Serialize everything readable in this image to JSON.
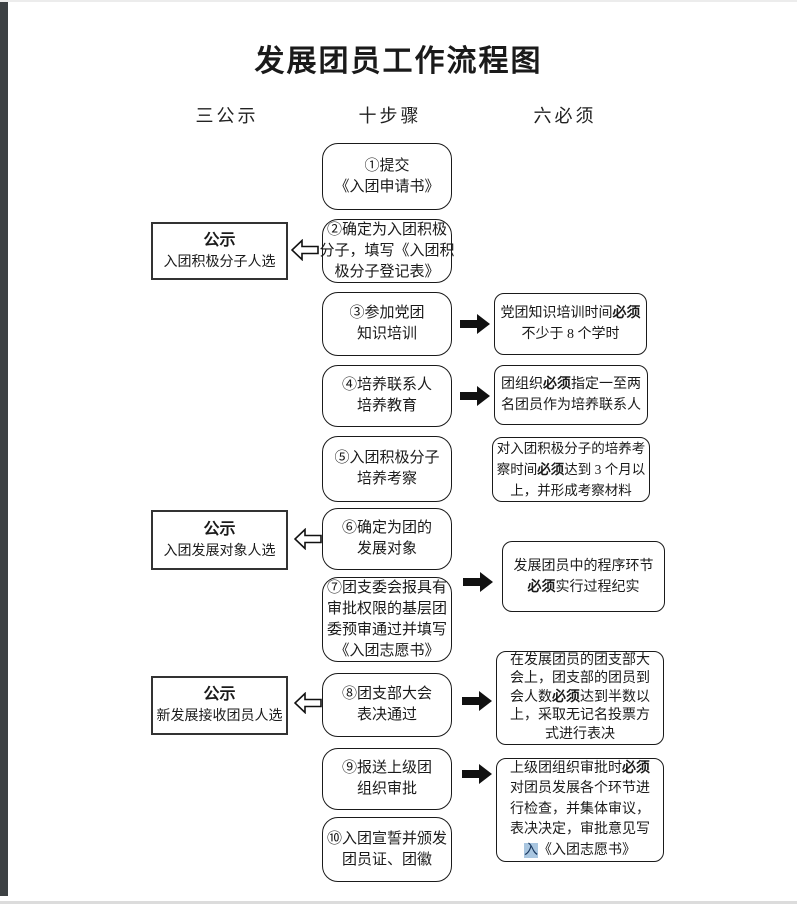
{
  "page": {
    "title": "发展团员工作流程图",
    "column_headers": [
      "三公示",
      "十步骤",
      "六必须"
    ]
  },
  "steps": [
    {
      "lines": [
        "①提交",
        "《入团申请书》"
      ]
    },
    {
      "lines": [
        "②确定为入团积极",
        "分子，填写《入团积",
        "极分子登记表》"
      ]
    },
    {
      "lines": [
        "③参加党团",
        "知识培训"
      ]
    },
    {
      "lines": [
        "④培养联系人",
        "培养教育"
      ]
    },
    {
      "lines": [
        "⑤入团积极分子",
        "培养考察"
      ]
    },
    {
      "lines": [
        "⑥确定为团的",
        "发展对象"
      ]
    },
    {
      "lines": [
        "⑦团支委会报具有",
        "审批权限的基层团",
        "委预审通过并填写",
        "《入团志愿书》"
      ]
    },
    {
      "lines": [
        "⑧团支部大会",
        "表决通过"
      ]
    },
    {
      "lines": [
        "⑨报送上级团",
        "组织审批"
      ]
    },
    {
      "lines": [
        "⑩入团宣誓并颁发",
        "团员证、团徽"
      ]
    }
  ],
  "public_boxes": [
    {
      "title": "公示",
      "subtitle": "入团积极分子人选"
    },
    {
      "title": "公示",
      "subtitle": "入团发展对象人选"
    },
    {
      "title": "公示",
      "subtitle": "新发展接收团员人选"
    }
  ],
  "must_boxes": [
    {
      "lines": [
        [
          {
            "t": "党团知识培训时间"
          },
          {
            "t": "必须",
            "bold": true
          }
        ],
        [
          {
            "t": "不少于 8 个学时"
          }
        ]
      ]
    },
    {
      "lines": [
        [
          {
            "t": "团组织"
          },
          {
            "t": "必须",
            "bold": true
          },
          {
            "t": "指定一至两"
          }
        ],
        [
          {
            "t": "名团员作为培养联系人"
          }
        ]
      ]
    },
    {
      "lines": [
        [
          {
            "t": "对入团积极分子的培养考"
          }
        ],
        [
          {
            "t": "察时间"
          },
          {
            "t": "必须",
            "bold": true
          },
          {
            "t": "达到 3 个月以"
          }
        ],
        [
          {
            "t": "上，并形成考察材料"
          }
        ]
      ]
    },
    {
      "lines": [
        [
          {
            "t": "发展团员中的程序环节"
          }
        ],
        [
          {
            "t": "必须",
            "bold": true
          },
          {
            "t": "实行过程纪实"
          }
        ]
      ]
    },
    {
      "lines": [
        [
          {
            "t": "在发展团员的团支部大"
          }
        ],
        [
          {
            "t": "会上，团支部的团员到"
          }
        ],
        [
          {
            "t": "会人数"
          },
          {
            "t": "必须",
            "bold": true
          },
          {
            "t": "达到半数以"
          }
        ],
        [
          {
            "t": "上，采取无记名投票方"
          }
        ],
        [
          {
            "t": "式进行表决"
          }
        ]
      ]
    },
    {
      "lines": [
        [
          {
            "t": "上级团组织审批时"
          },
          {
            "t": "必须",
            "bold": true
          }
        ],
        [
          {
            "t": "对团员发展各个环节进"
          }
        ],
        [
          {
            "t": "行检查，并集体审议，"
          }
        ],
        [
          {
            "t": "表决决定，审批意见写"
          }
        ],
        [
          {
            "t": "入",
            "highlight": true
          },
          {
            "t": "《入团志愿书》"
          }
        ]
      ]
    }
  ],
  "colors": {
    "highlight_bg": "#a9c6e0",
    "highlight_text": "#17365d",
    "arrow_fill": "#111111",
    "border": "#1a1a1a"
  }
}
